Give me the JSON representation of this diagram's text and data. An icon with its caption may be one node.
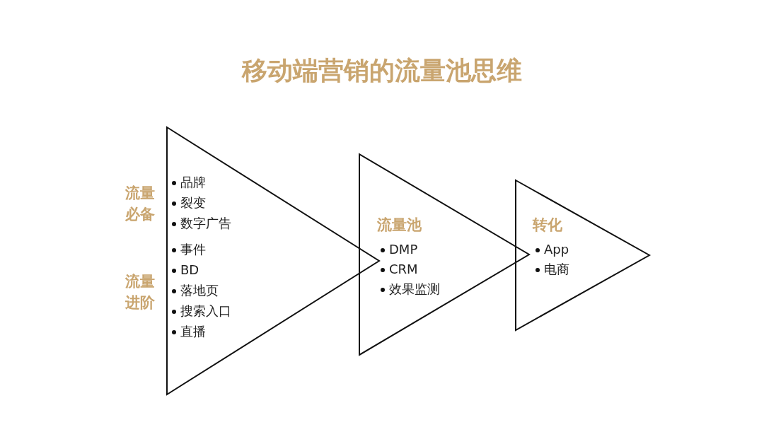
{
  "diagram": {
    "title": "移动端营销的流量池思维",
    "nodes": [
      {
        "text": [
          "品牌",
          "裂变",
          "数字广告",
          "事件",
          "BD",
          "落地页",
          "搜索入口",
          "直播"
        ],
        "beside": [
          "流量必备",
          "流量进阶"
        ]
      },
      {
        "text": [
          "流量池",
          "DMP",
          "CRM",
          "效果监测"
        ]
      },
      {
        "text": [
          "转化",
          "App",
          "电商"
        ]
      }
    ],
    "edges": []
  }
}
